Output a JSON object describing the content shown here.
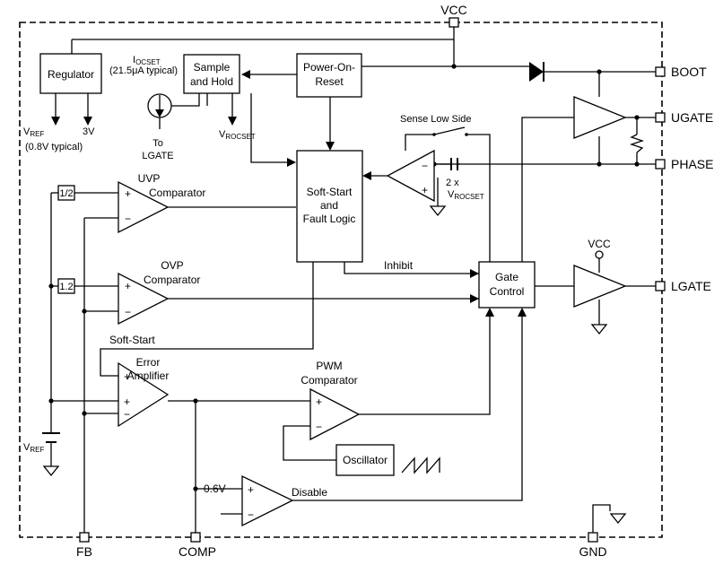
{
  "pins": {
    "vcc": "VCC",
    "boot": "BOOT",
    "ugate": "UGATE",
    "phase": "PHASE",
    "lgate": "LGATE",
    "fb": "FB",
    "comp": "COMP",
    "gnd": "GND",
    "vcc_lgate": "VCC"
  },
  "blocks": {
    "regulator": "Regulator",
    "sample_hold": [
      "Sample",
      "and Hold"
    ],
    "power_on_reset": [
      "Power-On-",
      "Reset"
    ],
    "soft_start_fault": [
      "Soft-Start",
      "and",
      "Fault Logic"
    ],
    "gate_control": [
      "Gate",
      "Control"
    ],
    "oscillator": "Oscillator",
    "uvp_gain": "1/2",
    "ovp_gain": "1.2"
  },
  "labels": {
    "iocset_main": "I",
    "iocset_sub": "OCSET",
    "iocset_typical": "(21.5μA typical)",
    "vref_out_main": "V",
    "vref_out_sub": "REF",
    "vref_typical": "(0.8V typical)",
    "three_v": "3V",
    "to": "To",
    "lgate_ref": "LGATE",
    "vrocset_main": "V",
    "vrocset_sub": "ROCSET",
    "vrocset2_main": "V",
    "vrocset2_sub": "ROCSET",
    "sense_low_side": "Sense Low Side",
    "two_x": "2 x",
    "uvp_comparator": [
      "UVP",
      "Comparator"
    ],
    "ovp_comparator": [
      "OVP",
      "Comparator"
    ],
    "inhibit": "Inhibit",
    "soft_start": "Soft-Start",
    "error_amplifier": [
      "Error",
      "Amplifier"
    ],
    "pwm_comparator": [
      "PWM",
      "Comparator"
    ],
    "v06": "0.6V",
    "disable": "Disable",
    "vref_batt_main": "V",
    "vref_batt_sub": "REF",
    "plus": "+",
    "minus": "−"
  }
}
